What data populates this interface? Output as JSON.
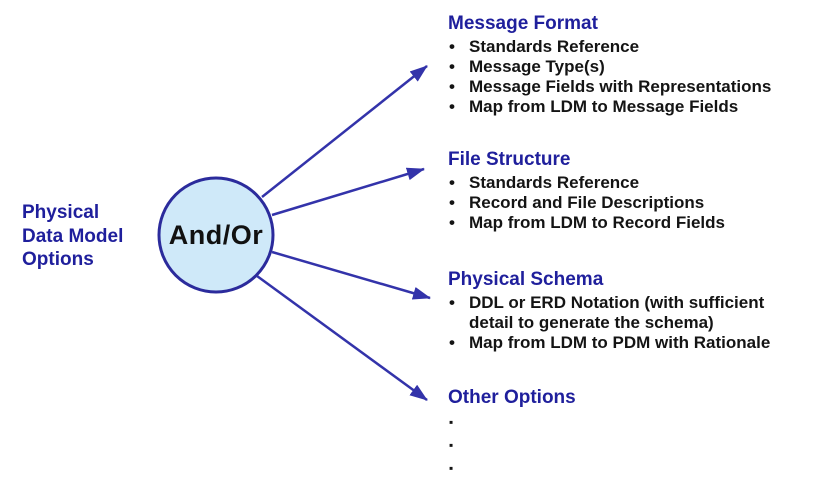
{
  "colors": {
    "navy": "#1f1f9c",
    "arrow": "#3333aa",
    "circle_fill": "#cfe9f9",
    "circle_border": "#2b2b9c",
    "ink": "#141414"
  },
  "left_label": {
    "lines": [
      "Physical",
      "Data Model",
      "Options"
    ]
  },
  "hub": {
    "label": "And/Or"
  },
  "sections": [
    {
      "title": "Message Format",
      "rows": [
        {
          "bullet": "•",
          "text": "Standards Reference"
        },
        {
          "bullet": "•",
          "text": "Message Type(s)"
        },
        {
          "bullet": "•",
          "text": "Message Fields with Representations"
        },
        {
          "bullet": "•",
          "text": "Map from LDM to Message Fields"
        }
      ]
    },
    {
      "title": "File Structure",
      "rows": [
        {
          "bullet": "•",
          "text": "Standards Reference"
        },
        {
          "bullet": "•",
          "text": "Record and File Descriptions"
        },
        {
          "bullet": "•",
          "text": "Map from LDM to Record Fields"
        }
      ]
    },
    {
      "title": "Physical Schema",
      "rows": [
        {
          "bullet": "•",
          "text": "DDL or ERD Notation (with sufficient"
        },
        {
          "bullet": "",
          "text": "detail to generate the schema)"
        },
        {
          "bullet": "•",
          "text": "Map from LDM to PDM with Rationale"
        }
      ]
    },
    {
      "title": "Other Options",
      "rows": [
        {
          "bullet": "▪",
          "text": ""
        },
        {
          "bullet": "▪",
          "text": ""
        },
        {
          "bullet": "▪",
          "text": ""
        }
      ]
    }
  ]
}
